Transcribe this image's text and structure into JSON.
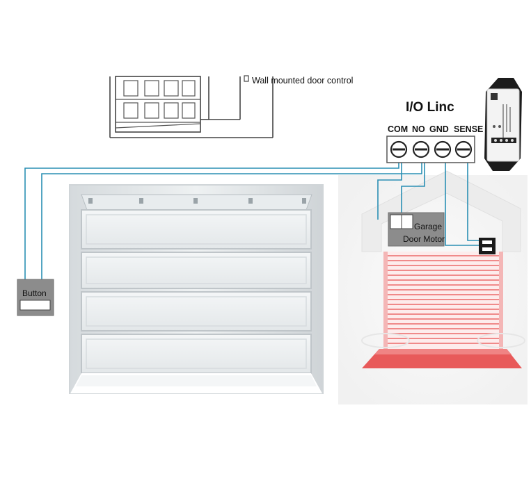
{
  "wall_control": {
    "label": "Wall mounted door control"
  },
  "io_linc": {
    "title": "I/O Linc",
    "terminals": [
      "COM",
      "NO",
      "GND",
      "SENSE"
    ]
  },
  "motor": {
    "label_line1": "Garage",
    "label_line2": "Door Motor"
  },
  "button": {
    "label": "Button"
  },
  "colors": {
    "wire": "#2a8fb4",
    "device_box": "#8c8c8c",
    "sensor_red": "#e85a5a"
  }
}
